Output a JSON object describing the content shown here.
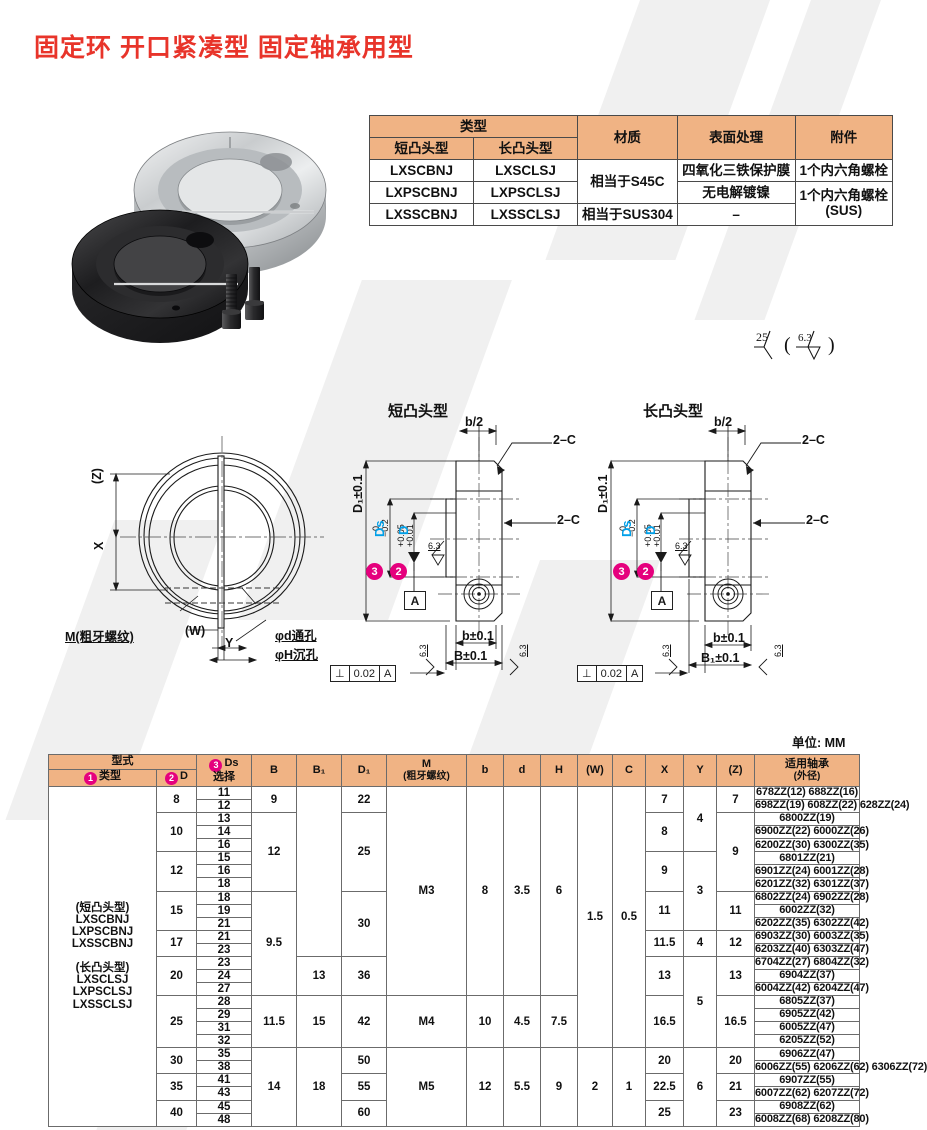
{
  "page": {
    "title": "固定环 开口紧凑型 固定轴承用型",
    "unit_label": "单位: MM",
    "roughness_mark": "25/( 6.3/ )"
  },
  "spec_table": {
    "headers": {
      "type_group": "类型",
      "short_type": "短凸头型",
      "long_type": "长凸头型",
      "material": "材质",
      "surface": "表面处理",
      "accessory": "附件"
    },
    "rows": [
      {
        "short": "LXSCBNJ",
        "long": "LXSCLSJ",
        "material": "相当于S45C",
        "surface": "四氧化三铁保护膜",
        "accessory": "1个内六角螺栓"
      },
      {
        "short": "LXPSCBNJ",
        "long": "LXPSCLSJ",
        "material": "",
        "surface": "无电解镀镍",
        "accessory": "1个内六角螺栓\n(SUS)"
      },
      {
        "short": "LXSSCBNJ",
        "long": "LXSSCLSJ",
        "material": "相当于SUS304",
        "surface": "–",
        "accessory": ""
      }
    ]
  },
  "drawings": {
    "front_view": {
      "dim_z": "(Z)",
      "dim_x": "X",
      "dim_w": "(W)",
      "dim_y": "Y",
      "label_thread": "M(粗牙螺纹)",
      "label_hole": "φd通孔",
      "label_counterbore": "φH沉孔"
    },
    "short_view": {
      "title": "短凸头型",
      "dim_b_half": "b/2",
      "chamfer": "2–C",
      "dim_d1": "D₁±0.1",
      "tol_ds_upper": "0",
      "tol_ds_lower": "−0.2",
      "tol_d_upper": "+0.05",
      "tol_d_lower": "+0.01",
      "label_ds": "Ds",
      "label_d": "D",
      "bubble_ds": "3",
      "bubble_d": "2",
      "datum": "A",
      "dim_b": "b±0.1",
      "dim_B": "B±0.1",
      "roughness": "6.3",
      "tol_symbol": "⊥",
      "tol_value": "0.02",
      "tol_datum": "A"
    },
    "long_view": {
      "title": "长凸头型",
      "dim_b_half": "b/2",
      "chamfer": "2–C",
      "dim_d1": "D₁±0.1",
      "tol_ds_upper": "0",
      "tol_ds_lower": "−0.2",
      "tol_d_upper": "+0.05",
      "tol_d_lower": "+0.01",
      "label_ds": "Ds",
      "label_d": "D",
      "bubble_ds": "3",
      "bubble_d": "2",
      "datum": "A",
      "dim_b": "b±0.1",
      "dim_B1": "B₁±0.1",
      "roughness": "6.3",
      "tol_symbol": "⊥",
      "tol_value": "0.02",
      "tol_datum": "A"
    }
  },
  "main_table": {
    "headers": {
      "style_group": "型式",
      "type": "类型",
      "type_bubble": "1",
      "d": "D",
      "d_bubble": "2",
      "ds": "Ds",
      "ds_bubble": "3",
      "ds_sub": "选择",
      "B": "B",
      "B1": "B₁",
      "D1": "D₁",
      "M": "M",
      "M_sub": "(粗牙螺纹)",
      "b": "b",
      "d_hole": "d",
      "H": "H",
      "W": "(W)",
      "C": "C",
      "X": "X",
      "Y": "Y",
      "Z": "(Z)",
      "bearing": "适用轴承",
      "bearing_sub": "(外径)"
    },
    "type_cell": "(短凸头型)\nLXSCBNJ\nLXPSCBNJ\nLXSSCBNJ\n\n(长凸头型)\nLXSCLSJ\nLXPSCLSJ\nLXSSCLSJ",
    "type_lines": [
      "(短凸头型)",
      "LXSCBNJ",
      "LXPSCBNJ",
      "LXSSCBNJ",
      "",
      "(长凸头型)",
      "LXSCLSJ",
      "LXPSCLSJ",
      "LXSSCLSJ"
    ],
    "rows": [
      {
        "ds": "11",
        "bearing": "678ZZ(12)  688ZZ(16)"
      },
      {
        "ds": "12",
        "bearing": "698ZZ(19) 608ZZ(22) 628ZZ(24)"
      },
      {
        "ds": "13",
        "bearing": "6800ZZ(19)"
      },
      {
        "ds": "14",
        "bearing": "6900ZZ(22) 6000ZZ(26)"
      },
      {
        "ds": "16",
        "bearing": "6200ZZ(30) 6300ZZ(35)"
      },
      {
        "ds": "15",
        "bearing": "6801ZZ(21)"
      },
      {
        "ds": "16",
        "bearing": "6901ZZ(24) 6001ZZ(28)"
      },
      {
        "ds": "18",
        "bearing": "6201ZZ(32) 6301ZZ(37)"
      },
      {
        "ds": "18",
        "bearing": "6802ZZ(24) 6902ZZ(28)"
      },
      {
        "ds": "19",
        "bearing": "6002ZZ(32)"
      },
      {
        "ds": "21",
        "bearing": "6202ZZ(35) 6302ZZ(42)"
      },
      {
        "ds": "21",
        "bearing": "6903ZZ(30) 6003ZZ(35)"
      },
      {
        "ds": "23",
        "bearing": "6203ZZ(40) 6303ZZ(47)"
      },
      {
        "ds": "23",
        "bearing": "6704ZZ(27) 6804ZZ(32)"
      },
      {
        "ds": "24",
        "bearing": "6904ZZ(37)"
      },
      {
        "ds": "27",
        "bearing": "6004ZZ(42) 6204ZZ(47)"
      },
      {
        "ds": "28",
        "bearing": "6805ZZ(37)"
      },
      {
        "ds": "29",
        "bearing": "6905ZZ(42)"
      },
      {
        "ds": "31",
        "bearing": "6005ZZ(47)"
      },
      {
        "ds": "32",
        "bearing": "6205ZZ(52)"
      },
      {
        "ds": "35",
        "bearing": "6906ZZ(47)"
      },
      {
        "ds": "38",
        "bearing": "6006ZZ(55) 6206ZZ(62) 6306ZZ(72)"
      },
      {
        "ds": "41",
        "bearing": "6907ZZ(55)"
      },
      {
        "ds": "43",
        "bearing": "6007ZZ(62) 6207ZZ(72)"
      },
      {
        "ds": "45",
        "bearing": "6908ZZ(62)"
      },
      {
        "ds": "48",
        "bearing": "6008ZZ(68) 6208ZZ(80)"
      }
    ],
    "d_groups": [
      {
        "v": "8",
        "n": 2
      },
      {
        "v": "10",
        "n": 3
      },
      {
        "v": "12",
        "n": 3
      },
      {
        "v": "15",
        "n": 3
      },
      {
        "v": "17",
        "n": 2
      },
      {
        "v": "20",
        "n": 3
      },
      {
        "v": "25",
        "n": 4
      },
      {
        "v": "30",
        "n": 2
      },
      {
        "v": "35",
        "n": 2
      },
      {
        "v": "40",
        "n": 2
      }
    ],
    "B_groups": [
      {
        "v": "9",
        "n": 2
      },
      {
        "v": "",
        "n": 6
      },
      {
        "v": "9.5",
        "n": 8
      },
      {
        "v": "11.5",
        "n": 4
      },
      {
        "v": "14",
        "n": 6
      }
    ],
    "B_spans": [
      {
        "v": "9",
        "n": 2
      },
      {
        "v": "12",
        "n": 6
      },
      {
        "v": "9.5",
        "n": 8
      },
      {
        "v": "11.5",
        "n": 4
      },
      {
        "v": "14",
        "n": 6
      }
    ],
    "B1_groups": [
      {
        "v": "",
        "n": 13
      },
      {
        "v": "13",
        "n": 3
      },
      {
        "v": "15",
        "n": 4
      },
      {
        "v": "18",
        "n": 6
      }
    ],
    "D1_groups": [
      {
        "v": "22",
        "n": 2
      },
      {
        "v": "25",
        "n": 6
      },
      {
        "v": "30",
        "n": 5
      },
      {
        "v": "36",
        "n": 3
      },
      {
        "v": "42",
        "n": 4
      },
      {
        "v": "50",
        "n": 2
      },
      {
        "v": "55",
        "n": 2
      },
      {
        "v": "60",
        "n": 2
      }
    ],
    "M_groups": [
      {
        "v": "M3",
        "n": 16
      },
      {
        "v": "M4",
        "n": 4
      },
      {
        "v": "M5",
        "n": 6
      }
    ],
    "b_groups": [
      {
        "v": "8",
        "n": 16
      },
      {
        "v": "10",
        "n": 4
      },
      {
        "v": "12",
        "n": 6
      }
    ],
    "dh_groups": [
      {
        "v": "3.5",
        "n": 16
      },
      {
        "v": "4.5",
        "n": 4
      },
      {
        "v": "5.5",
        "n": 6
      }
    ],
    "H_groups": [
      {
        "v": "6",
        "n": 16
      },
      {
        "v": "7.5",
        "n": 4
      },
      {
        "v": "9",
        "n": 6
      }
    ],
    "W_groups": [
      {
        "v": "1.5",
        "n": 20
      },
      {
        "v": "2",
        "n": 6
      }
    ],
    "C_groups": [
      {
        "v": "0.5",
        "n": 20
      },
      {
        "v": "1",
        "n": 6
      }
    ],
    "X_groups": [
      {
        "v": "7",
        "n": 2
      },
      {
        "v": "8",
        "n": 3
      },
      {
        "v": "9",
        "n": 3
      },
      {
        "v": "11",
        "n": 3
      },
      {
        "v": "11.5",
        "n": 2
      },
      {
        "v": "13",
        "n": 3
      },
      {
        "v": "16.5",
        "n": 4
      },
      {
        "v": "20",
        "n": 2
      },
      {
        "v": "22.5",
        "n": 2
      },
      {
        "v": "25",
        "n": 2
      }
    ],
    "Y_groups": [
      {
        "v": "4",
        "n": 5
      },
      {
        "v": "3",
        "n": 6
      },
      {
        "v": "4",
        "n": 2
      },
      {
        "v": "5",
        "n": 7
      },
      {
        "v": "6",
        "n": 6
      }
    ],
    "Z_groups": [
      {
        "v": "7",
        "n": 2
      },
      {
        "v": "9",
        "n": 6
      },
      {
        "v": "11",
        "n": 3
      },
      {
        "v": "12",
        "n": 2
      },
      {
        "v": "13",
        "n": 3
      },
      {
        "v": "16.5",
        "n": 4
      },
      {
        "v": "20",
        "n": 2
      },
      {
        "v": "21",
        "n": 2
      },
      {
        "v": "23",
        "n": 2
      }
    ]
  }
}
